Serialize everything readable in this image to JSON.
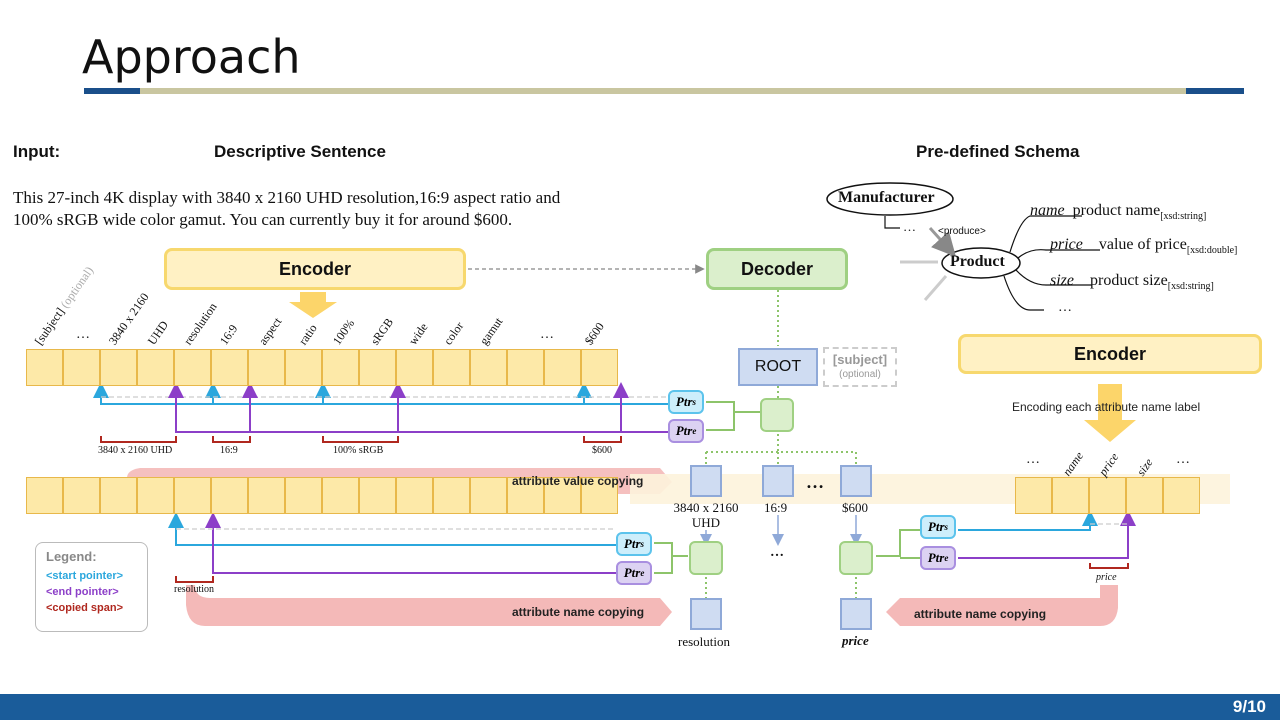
{
  "slide": {
    "title": "Approach",
    "page": "9/10"
  },
  "headers": {
    "input": "Input:",
    "sentence": "Descriptive Sentence",
    "schema": "Pre-defined Schema"
  },
  "sentence": {
    "line1": "This 27-inch 4K display with 3840 x 2160 UHD resolution,16:9 aspect ratio and",
    "line2": "100% sRGB wide color gamut. You can currently buy it for around $600."
  },
  "encoder_label": "Encoder",
  "decoder_label": "Decoder",
  "encoder2_label": "Encoder",
  "tokens": [
    "[subject]",
    "(optional)",
    "…",
    "3840 x 2160",
    "UHD",
    "resolution",
    "16:9",
    "aspect",
    "ratio",
    "100%",
    "sRGB",
    "wide",
    "color",
    "gamut",
    "…",
    "$600"
  ],
  "spans": [
    "3840 x 2160 UHD",
    "16:9",
    "100% sRGB",
    "$600"
  ],
  "copy_labels": {
    "value": "attribute value copying",
    "name_left": "attribute name copying",
    "name_right": "attribute name copying"
  },
  "root": {
    "label": "ROOT",
    "subject": "[subject]",
    "optional": "(optional)"
  },
  "pointers": {
    "start": "Ptr",
    "start_sub": "s",
    "end": "Ptr",
    "end_sub": "e"
  },
  "values": {
    "v1": "3840 x 2160",
    "v1b": "UHD",
    "v2": "16:9",
    "v3": "$600",
    "ellipsis": "…",
    "ellipsis2": "…"
  },
  "names": {
    "n1": "resolution",
    "n2": "price"
  },
  "span_resolution": "resolution",
  "span_price": "price",
  "schema": {
    "manufacturer": "Manufacturer",
    "produce": "<produce>",
    "product": "Product",
    "dots1": "…",
    "dots2": "…",
    "attrs": [
      {
        "key": "name",
        "desc": "product name",
        "type": "[xsd:string]"
      },
      {
        "key": "price",
        "desc": "value of price",
        "type": "[xsd:double]"
      },
      {
        "key": "size",
        "desc": "product size",
        "type": "[xsd:string]"
      }
    ]
  },
  "encoding_caption": "Encoding each attribute name label",
  "attr_tokens": [
    "…",
    "name",
    "price",
    "size",
    "…"
  ],
  "legend": {
    "title": "Legend:",
    "start": "<start pointer>",
    "end": "<end pointer>",
    "span": "<copied span>"
  },
  "colors": {
    "start": "#2ba7dd",
    "end": "#8c3fc8",
    "span": "#b0281f",
    "tree": "#8dc46a",
    "pink": "#f4b9b8"
  }
}
